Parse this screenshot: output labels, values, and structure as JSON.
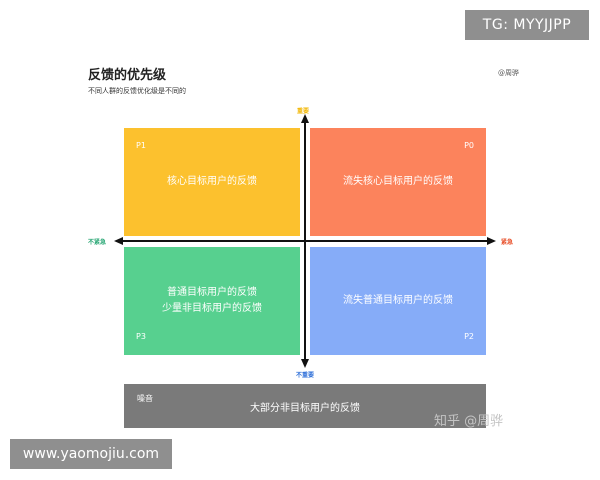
{
  "watermark_top": "TG: MYYJJPP",
  "title": "反馈的优先级",
  "subtitle": "不同人群的反馈优化级是不同的",
  "author": "@周骅",
  "axes": {
    "top": "重要",
    "bottom": "不重要",
    "left": "不紧急",
    "right": "紧急"
  },
  "quadrants": {
    "p1": {
      "tag": "P1",
      "text": "核心目标用户的反馈",
      "color": "#fcc12e"
    },
    "p0": {
      "tag": "P0",
      "text": "流失核心目标用户的反馈",
      "color": "#fc835c"
    },
    "p3": {
      "tag": "P3",
      "line1": "普通目标用户的反馈",
      "line2": "少量非目标用户的反馈",
      "color": "#57d08f"
    },
    "p2": {
      "tag": "P2",
      "text": "流失普通目标用户的反馈",
      "color": "#86acf8"
    }
  },
  "noise": {
    "tag": "噪音",
    "text": "大部分非目标用户的反馈",
    "color": "#7a7a7a"
  },
  "watermark_zhihu": "知乎 @周骅",
  "watermark_site": "www.yaomojiu.com"
}
